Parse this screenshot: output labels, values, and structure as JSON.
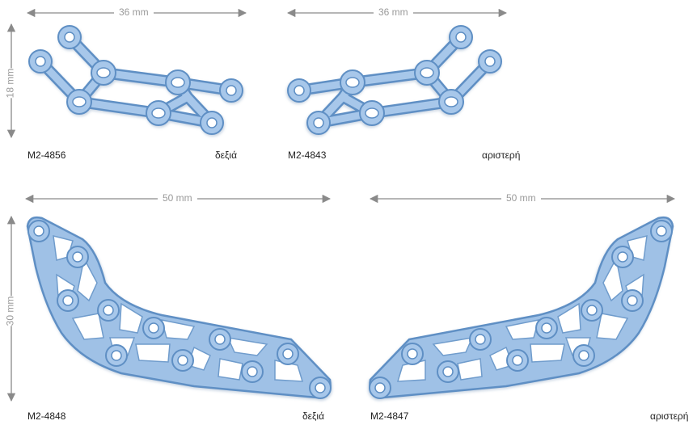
{
  "plates": [
    {
      "code": "M2-4856",
      "side": "δεξιά",
      "width": "36 mm",
      "height": "18 mm"
    },
    {
      "code": "M2-4843",
      "side": "αριστερή",
      "width": "36 mm"
    },
    {
      "code": "M2-4848",
      "side": "δεξιά",
      "width": "50 mm",
      "height": "30 mm"
    },
    {
      "code": "M2-4847",
      "side": "αριστερή",
      "width": "50 mm"
    }
  ],
  "colors": {
    "plate_fill": "#9fc1e6",
    "plate_edge": "#5e8fc4",
    "arrow": "#8a8a8a"
  }
}
